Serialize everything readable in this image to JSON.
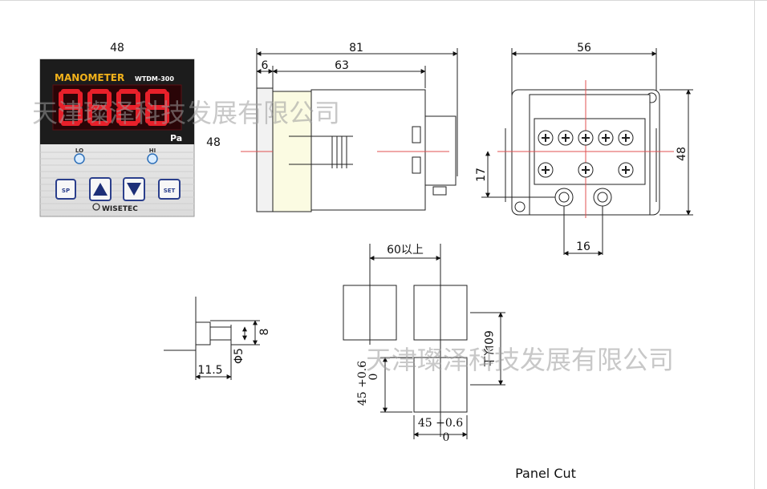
{
  "front_view": {
    "width_label": "48",
    "height_label": "48",
    "brand_title": "MANOMETER",
    "model": "WTDM-300",
    "unit": "Pa",
    "led_lo": "LO",
    "led_hi": "HI",
    "buttons": [
      "SP",
      "▲",
      "▼",
      "SET"
    ],
    "logo": "WISETEC",
    "colors": {
      "panel": "#1c1c1c",
      "led_digits": "#e8202a",
      "title": "#f2b21b",
      "face": "#eeeeee"
    }
  },
  "side_view": {
    "total_length": "81",
    "front_depth": "6",
    "body_depth": "63"
  },
  "rear_view": {
    "width": "56",
    "height": "48",
    "port_height": "17",
    "port_spacing": "16"
  },
  "fitting_view": {
    "length": "11.5",
    "diameter": "Φ5",
    "height": "8"
  },
  "panel_cut": {
    "spacing_h": "60以上",
    "spacing_v": "60以上",
    "cut_v": "45 +0.6",
    "cut_v_tol": "0",
    "cut_h": "45 +0.6",
    "cut_h_tol": "0",
    "caption": "Panel Cut"
  },
  "watermark": "天津璨泽科技发展有限公司"
}
